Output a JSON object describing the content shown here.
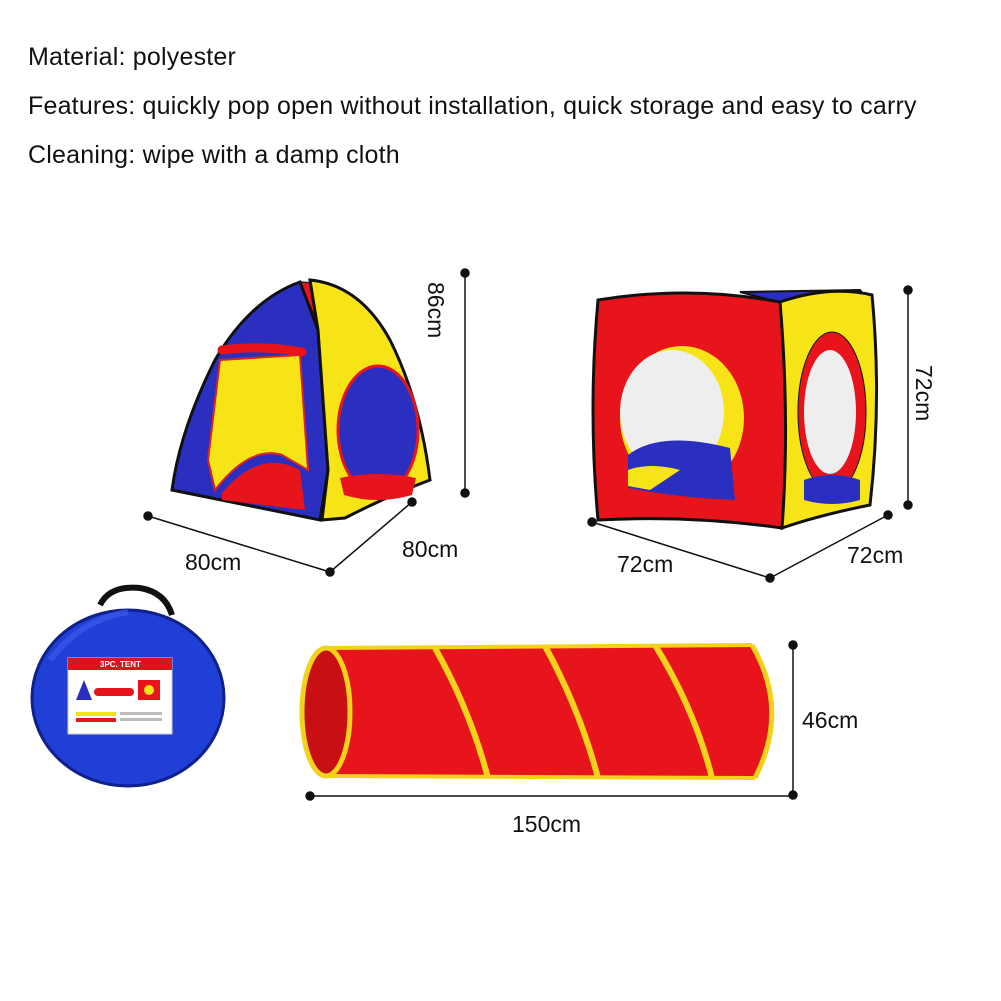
{
  "specs": {
    "material": "Material: polyester",
    "features": "Features: quickly pop open without installation, quick storage and easy to carry",
    "cleaning": "Cleaning: wipe with a damp cloth"
  },
  "pyramid_tent": {
    "height": "86cm",
    "width_left": "80cm",
    "width_right": "80cm"
  },
  "cube_tent": {
    "height": "72cm",
    "width_left": "72cm",
    "width_right": "72cm"
  },
  "tunnel": {
    "diameter": "46cm",
    "length": "150cm"
  },
  "storage_bag": {
    "label": "3PC. TENT"
  },
  "colors": {
    "red": "#e8141c",
    "yellow": "#f7e417",
    "blue": "#2b2fc0",
    "bag_blue": "#1f3fd6"
  }
}
